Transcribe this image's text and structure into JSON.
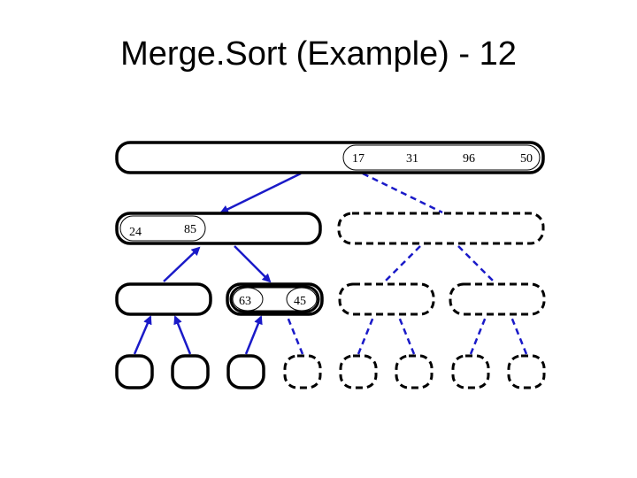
{
  "slide": {
    "title": "Merge.Sort (Example) - 12"
  },
  "diagram": {
    "root_values": [
      "17",
      "31",
      "96",
      "50"
    ],
    "left_node_values": [
      "24",
      "85"
    ],
    "active_node_values": [
      "63",
      "45"
    ]
  },
  "colors": {
    "arrow": "#1a1ac8",
    "outline": "#000000",
    "background": "#ffffff"
  }
}
